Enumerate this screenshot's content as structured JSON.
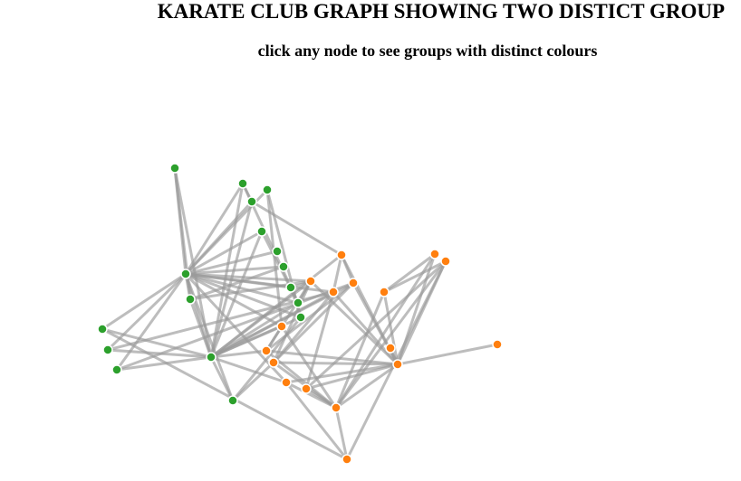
{
  "header": {
    "title": "KARATE CLUB GRAPH SHOWING TWO DISTICT GROUP",
    "subtitle": "click any node to see groups with distinct colours"
  },
  "colors": {
    "group_a": "#2ca02c",
    "group_b": "#ff7f0e",
    "link": "#9a9a9a"
  },
  "graph": {
    "nodes": [
      {
        "id": 1,
        "group": "a"
      },
      {
        "id": 2,
        "group": "a"
      },
      {
        "id": 3,
        "group": "a"
      },
      {
        "id": 4,
        "group": "a"
      },
      {
        "id": 5,
        "group": "a"
      },
      {
        "id": 6,
        "group": "a"
      },
      {
        "id": 7,
        "group": "a"
      },
      {
        "id": 8,
        "group": "a"
      },
      {
        "id": 9,
        "group": "a"
      },
      {
        "id": 10,
        "group": "a"
      },
      {
        "id": 11,
        "group": "a"
      },
      {
        "id": 12,
        "group": "a"
      },
      {
        "id": 13,
        "group": "a"
      },
      {
        "id": 14,
        "group": "a"
      },
      {
        "id": 15,
        "group": "a"
      },
      {
        "id": 16,
        "group": "a"
      },
      {
        "id": 17,
        "group": "a"
      },
      {
        "id": 18,
        "group": "b"
      },
      {
        "id": 19,
        "group": "b"
      },
      {
        "id": 20,
        "group": "b"
      },
      {
        "id": 21,
        "group": "b"
      },
      {
        "id": 22,
        "group": "b"
      },
      {
        "id": 23,
        "group": "b"
      },
      {
        "id": 24,
        "group": "b"
      },
      {
        "id": 25,
        "group": "b"
      },
      {
        "id": 26,
        "group": "b"
      },
      {
        "id": 27,
        "group": "b"
      },
      {
        "id": 28,
        "group": "b"
      },
      {
        "id": 29,
        "group": "b"
      },
      {
        "id": 30,
        "group": "b"
      },
      {
        "id": 31,
        "group": "b"
      },
      {
        "id": 32,
        "group": "b"
      },
      {
        "id": 33,
        "group": "b"
      },
      {
        "id": 34,
        "group": "b"
      }
    ],
    "links": [
      [
        1,
        5
      ],
      [
        1,
        8
      ],
      [
        1,
        9
      ],
      [
        1,
        10
      ],
      [
        1,
        11
      ],
      [
        1,
        12
      ],
      [
        1,
        13
      ],
      [
        1,
        15
      ],
      [
        1,
        16
      ],
      [
        1,
        17
      ],
      [
        1,
        6
      ],
      [
        1,
        7
      ],
      [
        1,
        14
      ],
      [
        1,
        2
      ],
      [
        1,
        4
      ],
      [
        1,
        3
      ],
      [
        1,
        21
      ],
      [
        1,
        18
      ],
      [
        1,
        20
      ],
      [
        1,
        25
      ],
      [
        2,
        4
      ],
      [
        2,
        5
      ],
      [
        2,
        3
      ],
      [
        2,
        16
      ],
      [
        2,
        11
      ],
      [
        2,
        17
      ],
      [
        2,
        12
      ],
      [
        2,
        13
      ],
      [
        2,
        14
      ],
      [
        2,
        15
      ],
      [
        2,
        18
      ],
      [
        2,
        19
      ],
      [
        2,
        20
      ],
      [
        2,
        21
      ],
      [
        2,
        22
      ],
      [
        2,
        25
      ],
      [
        2,
        23
      ],
      [
        3,
        13
      ],
      [
        4,
        11
      ],
      [
        4,
        5
      ],
      [
        5,
        19
      ],
      [
        6,
        12
      ],
      [
        6,
        21
      ],
      [
        7,
        2
      ],
      [
        7,
        11
      ],
      [
        9,
        13
      ],
      [
        10,
        12
      ],
      [
        10,
        18
      ],
      [
        11,
        18
      ],
      [
        12,
        17
      ],
      [
        13,
        18
      ],
      [
        14,
        27
      ],
      [
        15,
        20
      ],
      [
        16,
        22
      ],
      [
        17,
        24
      ],
      [
        18,
        23
      ],
      [
        18,
        34
      ],
      [
        18,
        24
      ],
      [
        19,
        34
      ],
      [
        19,
        22
      ],
      [
        19,
        20
      ],
      [
        20,
        26
      ],
      [
        20,
        34
      ],
      [
        20,
        24
      ],
      [
        21,
        23
      ],
      [
        21,
        33
      ],
      [
        22,
        34
      ],
      [
        22,
        23
      ],
      [
        22,
        24
      ],
      [
        23,
        34
      ],
      [
        23,
        33
      ],
      [
        24,
        34
      ],
      [
        24,
        33
      ],
      [
        25,
        34
      ],
      [
        25,
        33
      ],
      [
        25,
        27
      ],
      [
        26,
        33
      ],
      [
        26,
        34
      ],
      [
        26,
        30
      ],
      [
        27,
        33
      ],
      [
        27,
        30
      ],
      [
        28,
        30
      ],
      [
        28,
        29
      ],
      [
        28,
        34
      ],
      [
        28,
        33
      ],
      [
        29,
        33
      ],
      [
        29,
        34
      ],
      [
        30,
        33
      ],
      [
        30,
        34
      ],
      [
        31,
        34
      ],
      [
        32,
        34
      ],
      [
        33,
        34
      ]
    ]
  }
}
